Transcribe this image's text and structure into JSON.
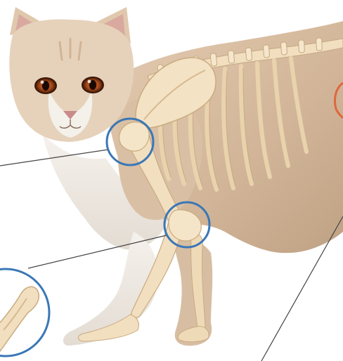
{
  "figure": {
    "subject": "cat-skeleton-overlay",
    "callouts": [
      "shoulder-joint",
      "elbow-joint",
      "hip-joint",
      "magnified-joint-inset"
    ]
  },
  "colors": {
    "background": "#ffffff",
    "fur_cream": "#dcc3a8",
    "fur_shadow": "#b99d80",
    "fur_white": "#f1ede7",
    "bone": "#f2dfbf",
    "bone_shadow": "#cdb28a",
    "iris": "#b5541f",
    "nose": "#c98a8a",
    "callout_ring": "#3a77b6",
    "inset_fill": "#e9f0f8",
    "leader_line": "#444444",
    "edge_accent": "#e0673c"
  }
}
